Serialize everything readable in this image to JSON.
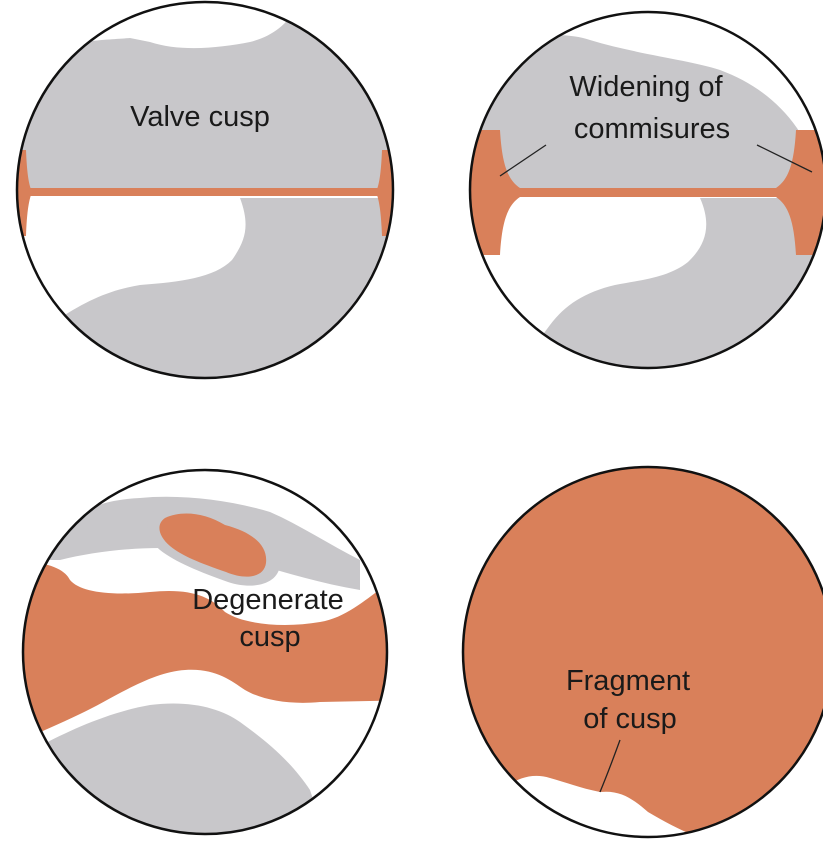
{
  "panels": [
    {
      "id": "normal",
      "labels": [
        "Valve cusp"
      ]
    },
    {
      "id": "widened",
      "labels": [
        "Widening of",
        "commisures"
      ]
    },
    {
      "id": "degenerate",
      "labels": [
        "Degenerate",
        "cusp"
      ]
    },
    {
      "id": "fragmented",
      "labels": [
        "Fragment",
        "of cusp"
      ]
    }
  ],
  "colors": {
    "cusp": "#c8c7ca",
    "tissue": "#d9805a",
    "lumen": "#ffffff",
    "outline": "#111111"
  }
}
